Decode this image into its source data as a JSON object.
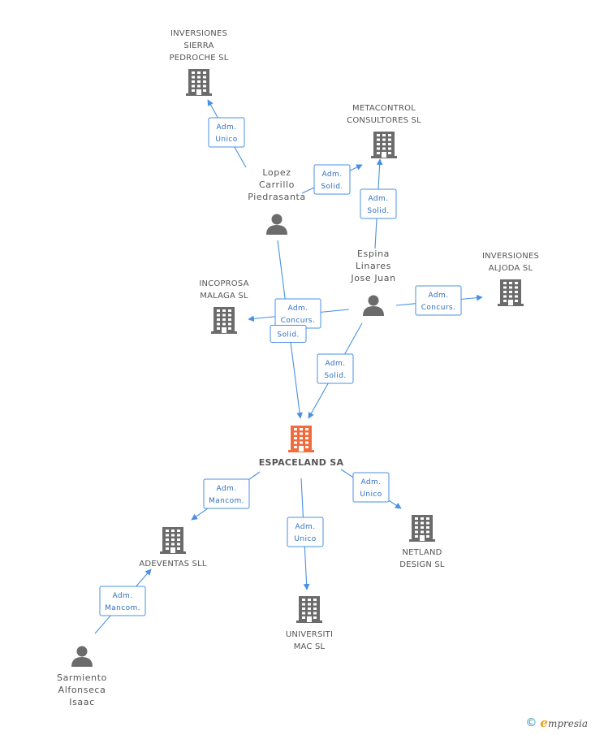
{
  "nodes": {
    "inversiones_sierra": {
      "type": "company",
      "lines": [
        "INVERSIONES",
        "SIERRA",
        "PEDROCHE SL"
      ]
    },
    "metacontrol": {
      "type": "company",
      "lines": [
        "METACONTROL",
        "CONSULTORES SL"
      ]
    },
    "lopez": {
      "type": "person",
      "lines": [
        "Lopez",
        "Carrillo",
        "Piedrasanta"
      ]
    },
    "espina": {
      "type": "person",
      "lines": [
        "Espina",
        "Linares",
        "Jose Juan"
      ]
    },
    "inversiones_aljoda": {
      "type": "company",
      "lines": [
        "INVERSIONES",
        "ALJODA SL"
      ]
    },
    "incoprosa": {
      "type": "company",
      "lines": [
        "INCOPROSA",
        "MALAGA SL"
      ]
    },
    "espaceland": {
      "type": "focus",
      "lines": [
        "ESPACELAND SA"
      ]
    },
    "adeventas": {
      "type": "company",
      "lines": [
        "ADEVENTAS SLL"
      ]
    },
    "netland": {
      "type": "company",
      "lines": [
        "NETLAND",
        "DESIGN SL"
      ]
    },
    "universitimac": {
      "type": "company",
      "lines": [
        "UNIVERSITI",
        "MAC SL"
      ]
    },
    "sarmiento": {
      "type": "person",
      "lines": [
        "Sarmiento",
        "Alfonseca",
        "Isaac"
      ]
    }
  },
  "edges": [
    {
      "from": "lopez",
      "to": "inversiones_sierra",
      "label": [
        "Adm.",
        "Unico"
      ]
    },
    {
      "from": "lopez",
      "to": "metacontrol",
      "label": [
        "Adm.",
        "Solid."
      ]
    },
    {
      "from": "espina",
      "to": "metacontrol",
      "label": [
        "Adm.",
        "Solid."
      ]
    },
    {
      "from": "espina",
      "to": "inversiones_aljoda",
      "label": [
        "Adm.",
        "Concurs."
      ]
    },
    {
      "from": "espina",
      "to": "incoprosa",
      "label": [
        "Adm.",
        "Concurs."
      ]
    },
    {
      "from": "lopez",
      "to": "espaceland",
      "label": [
        "Solid."
      ]
    },
    {
      "from": "espina",
      "to": "espaceland",
      "label": [
        "Adm.",
        "Solid."
      ]
    },
    {
      "from": "espaceland",
      "to": "adeventas",
      "label": [
        "Adm.",
        "Mancom."
      ]
    },
    {
      "from": "espaceland",
      "to": "universitimac",
      "label": [
        "Adm.",
        "Unico"
      ]
    },
    {
      "from": "espaceland",
      "to": "netland",
      "label": [
        "Adm.",
        "Unico"
      ]
    },
    {
      "from": "sarmiento",
      "to": "adeventas",
      "label": [
        "Adm.",
        "Mancom."
      ]
    }
  ],
  "colors": {
    "edge": "#4a90e2",
    "company_icon": "#6b6b6b",
    "focus_icon": "#f26b3a",
    "person_icon": "#6b6b6b"
  },
  "footer": {
    "copyright": "©",
    "brand_initial": "e",
    "brand_rest": "mpresia"
  }
}
